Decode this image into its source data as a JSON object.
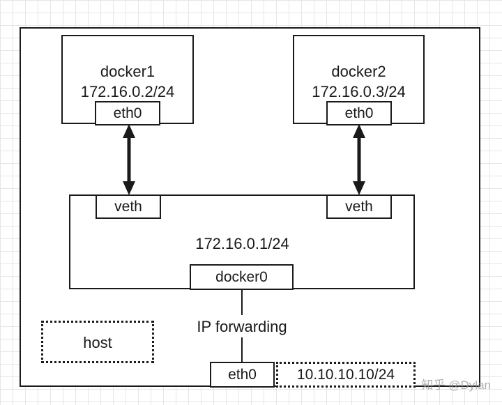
{
  "containers": [
    {
      "name": "docker1",
      "ip": "172.16.0.2/24",
      "interface": "eth0"
    },
    {
      "name": "docker2",
      "ip": "172.16.0.3/24",
      "interface": "eth0"
    }
  ],
  "bridge": {
    "veth_left": "veth",
    "veth_right": "veth",
    "ip": "172.16.0.1/24",
    "name": "docker0"
  },
  "host": {
    "label": "host",
    "forwarding_label": "IP forwarding",
    "interface": "eth0",
    "ip": "10.10.10.10/24"
  },
  "watermark": "知乎 @Dylan",
  "colors": {
    "stroke": "#1a1a1a",
    "grid": "#e6e6e6",
    "background": "#ffffff"
  }
}
